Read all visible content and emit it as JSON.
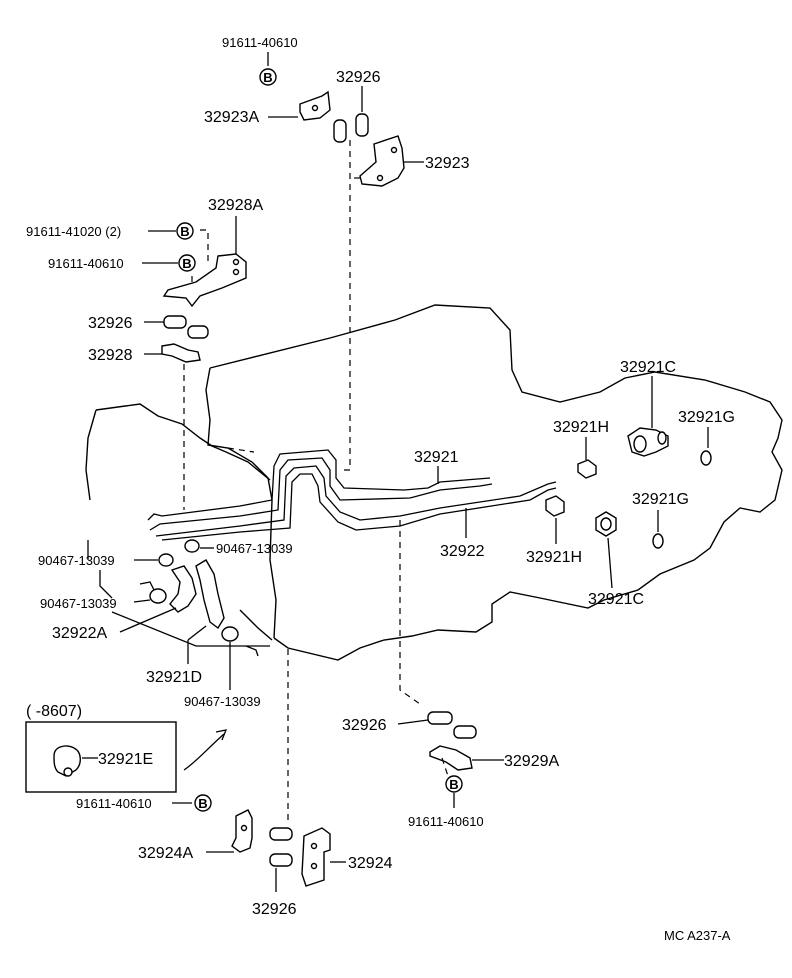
{
  "labels": {
    "bolt_top": "91611-40610",
    "sleeve_top": "32926",
    "bracket_top_a": "32923A",
    "bracket_top": "32923",
    "bracket_28a": "32928A",
    "bolt_41020": "91611-41020 (2)",
    "bolt_left_mid": "91611-40610",
    "sleeve_left": "32926",
    "clamp_28": "32928",
    "union_c_top": "32921C",
    "union_h_top": "32921H",
    "oring_g_top": "32921G",
    "tube_21": "32921",
    "tube_22": "32922",
    "union_h_bottom": "32921H",
    "oring_g_bottom": "32921G",
    "union_c_bottom": "32921C",
    "clip_right": "90467-13039",
    "clip_left_top": "90467-13039",
    "clip_left_bottom": "90467-13039",
    "hose_22a": "32922A",
    "hose_21d": "32921D",
    "clip_bottom": "90467-13039",
    "range_note": "(      -8607)",
    "part_21e": "32921E",
    "bolt_bottom_left": "91611-40610",
    "sleeve_bottom_right": "32926",
    "bracket_29a": "32929A",
    "bolt_bottom_right": "91611-40610",
    "bracket_24a": "32924A",
    "bracket_24": "32924",
    "sleeve_bottom": "32926",
    "diagram_code": "MC  A237-A",
    "bolt_marker": "B"
  }
}
